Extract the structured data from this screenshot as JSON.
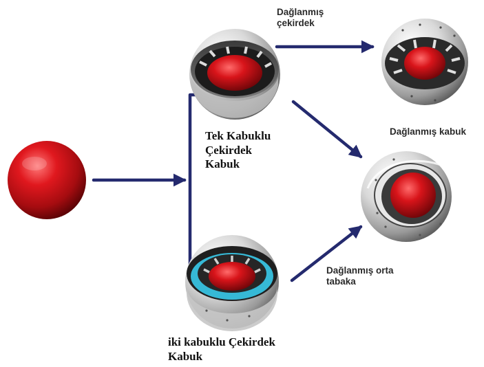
{
  "labels": {
    "etched_core": [
      "Dağlanmış",
      "çekirdek"
    ],
    "single_shell": [
      "Tek Kabuklu",
      "Çekirdek",
      "Kabuk"
    ],
    "etched_shell": [
      "Dağlanmış kabuk"
    ],
    "etched_middle": [
      "Dağlanmış orta",
      "tabaka"
    ],
    "double_shell": [
      "iki kabuklu Çekirdek",
      "Kabuk"
    ]
  },
  "colors": {
    "arrow": "#242a6e",
    "core": "#d4141a",
    "shell": "#cfcfcf",
    "middle_layer": "#36b9d6"
  }
}
